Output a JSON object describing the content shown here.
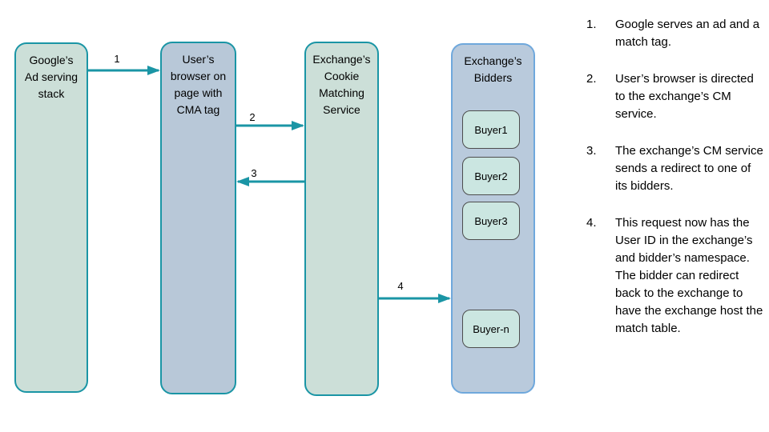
{
  "colors": {
    "teal": "#1a95a5",
    "green_fill": "#ccdfd8",
    "blue_fill": "#b8c8d8",
    "bidders_fill": "#b9cadc",
    "bidders_border": "#6fa8dc",
    "buyer_fill": "#cbe6e1",
    "buyer_border": "#4d4d4d",
    "text": "#000000"
  },
  "diagram": {
    "nodes": [
      {
        "id": "google-ad-stack",
        "label": "Google’s\nAd serving\nstack"
      },
      {
        "id": "user-browser",
        "label": "User’s\nbrowser on\npage with\nCMA tag"
      },
      {
        "id": "cookie-matching-service",
        "label": "Exchange’s\nCookie\nMatching\nService"
      },
      {
        "id": "exchange-bidders",
        "label": "Exchange’s\nBidders"
      }
    ],
    "buyers": [
      {
        "label": "Buyer1"
      },
      {
        "label": "Buyer2"
      },
      {
        "label": "Buyer3"
      },
      {
        "label": "Buyer-n"
      }
    ],
    "arrows": [
      {
        "label": "1"
      },
      {
        "label": "2"
      },
      {
        "label": "3"
      },
      {
        "label": "4"
      }
    ]
  },
  "steps": [
    {
      "num": "1.",
      "text": "Google serves an ad and a match tag."
    },
    {
      "num": "2.",
      "text": "User’s browser is directed to the exchange’s CM service."
    },
    {
      "num": "3.",
      "text": "The exchange’s CM service sends a redirect to one of its bidders."
    },
    {
      "num": "4.",
      "text": "This request now has the User ID in the exchange’s and bidder’s namespace. The bidder can redirect back to the exchange to have the exchange host the match table."
    }
  ]
}
